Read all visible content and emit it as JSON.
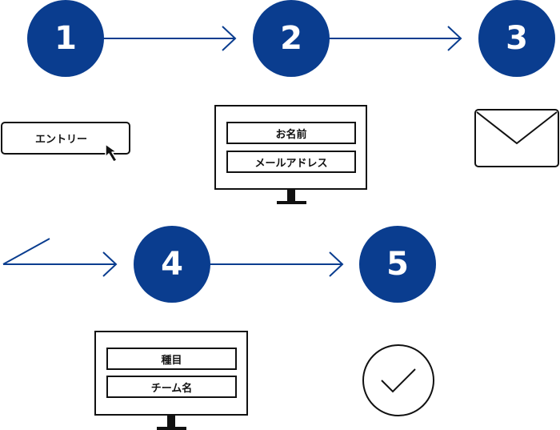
{
  "steps": [
    "1",
    "2",
    "3",
    "4",
    "5"
  ],
  "entry": {
    "button_label": "エントリー"
  },
  "form_step2": {
    "fields": [
      "お名前",
      "メールアドレス"
    ]
  },
  "form_step4": {
    "fields": [
      "種目",
      "チーム名"
    ]
  },
  "icons": {
    "step3": "envelope-icon",
    "step5": "check-circle-icon",
    "entry": "cursor-arrow-icon"
  },
  "colors": {
    "accent": "#0a3d8f",
    "line": "#111111",
    "background": "#ffffff"
  }
}
